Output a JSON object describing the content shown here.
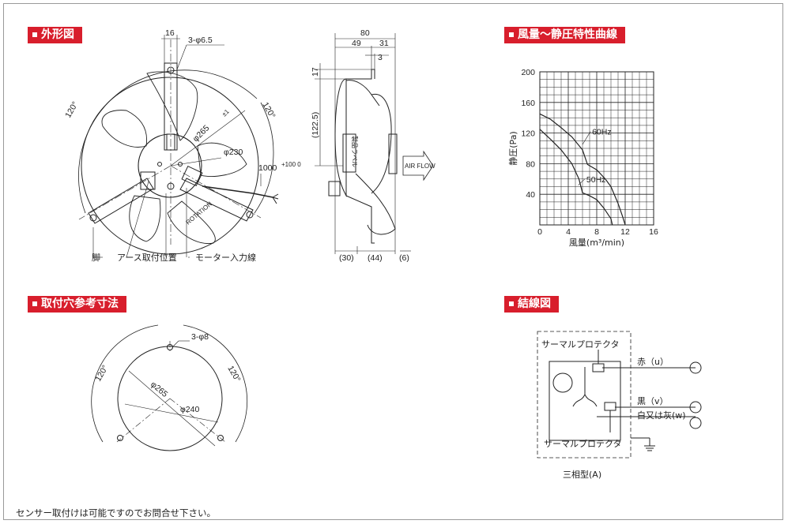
{
  "sections": {
    "outline": "外形図",
    "curve": "風量～静圧特性曲線",
    "mount": "取付穴参考寸法",
    "wiring": "結線図"
  },
  "outline_view": {
    "d16": "16",
    "holes": "3-φ6.5",
    "d265": "φ265",
    "d265_tol": "±1",
    "d230": "φ230",
    "a120_left": "120°",
    "a120_right": "120°",
    "cable": "1000",
    "cable_tol": "+100\n0",
    "rotation": "ROTATION",
    "leg": "脚",
    "earth": "アース取付位置",
    "motor_wire": "モーター入力線"
  },
  "side_view": {
    "d80": "80",
    "d49": "49",
    "d31": "31",
    "d3": "3",
    "d17": "17",
    "d1225": "(122.5)",
    "d30": "(30)",
    "d44": "(44)",
    "d6": "(6)",
    "label_plate": "製品ラベル",
    "airflow": "AIR FLOW"
  },
  "mount_view": {
    "holes": "3-φ8",
    "d265": "φ265",
    "d240": "φ240",
    "a120_left": "120°",
    "a120_right": "120°"
  },
  "chart_data": {
    "type": "line",
    "xlabel": "風量(m³/min)",
    "ylabel": "静圧(Pa)",
    "xlim": [
      0,
      16
    ],
    "ylim": [
      0,
      200
    ],
    "x_ticks": [
      "0",
      "4",
      "8",
      "12",
      "16"
    ],
    "y_ticks": [
      "200",
      "160",
      "120",
      "80",
      "40"
    ],
    "grid": true,
    "series": [
      {
        "name": "60Hz",
        "x": [
          0,
          1.5,
          3,
          4.5,
          6,
          6.7,
          8,
          9.2,
          10,
          11,
          11.6,
          12
        ],
        "y": [
          145,
          138,
          127,
          115,
          98,
          79,
          72,
          60,
          50,
          28,
          12,
          0
        ]
      },
      {
        "name": "50Hz",
        "x": [
          0,
          1.5,
          3,
          4.5,
          5.5,
          6,
          7,
          8,
          9,
          10,
          10.2
        ],
        "y": [
          125,
          112,
          98,
          80,
          60,
          42,
          38,
          33,
          22,
          8,
          0
        ]
      }
    ]
  },
  "wiring_view": {
    "tp_top": "サーマルプロテクタ",
    "tp_bottom": "サーマルプロテクタ",
    "red": "赤（u）",
    "black": "黒（v）",
    "white": "白又は灰(w)",
    "type": "三相型(A)"
  },
  "footnote": "センサー取付けは可能ですのでお問合せ下さい。",
  "colors": {
    "accent": "#d81e2c",
    "line": "#222222"
  }
}
